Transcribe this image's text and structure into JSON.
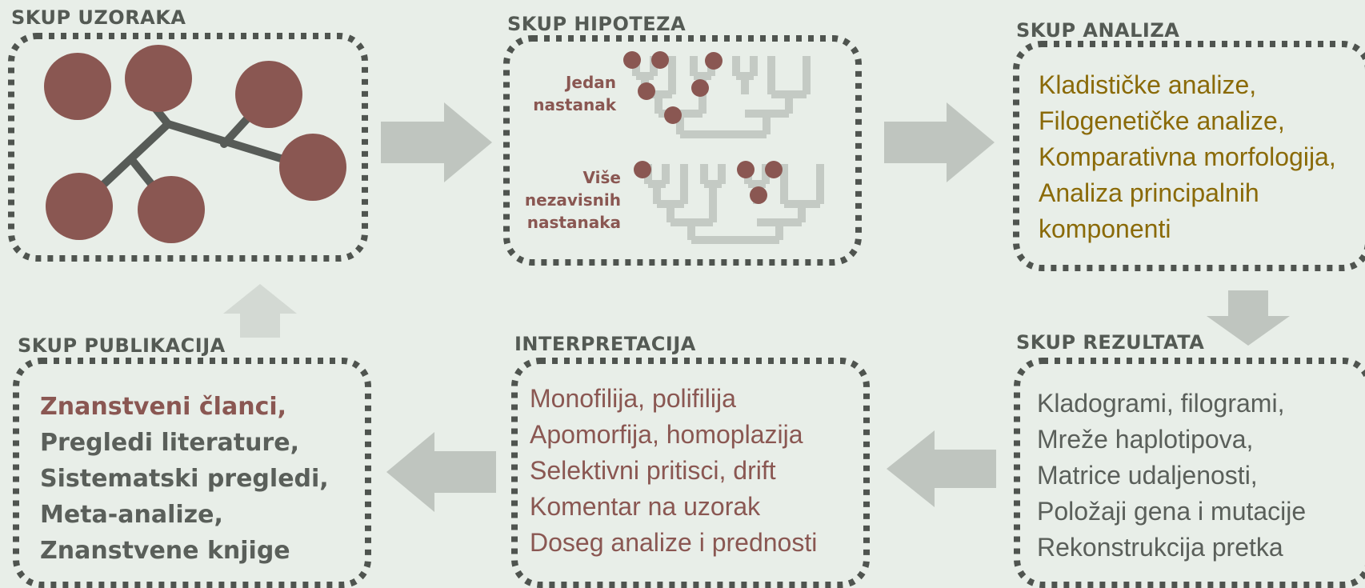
{
  "colors": {
    "background": "#e8eee8",
    "border": "#4f544f",
    "node": "#8a5752",
    "tree": "#c4cac4",
    "arrow": "#bfc5bf",
    "analysis_text": "#8a6a08"
  },
  "panels": {
    "uzorci": {
      "title": "SKUP UZORAKA"
    },
    "hipoteze": {
      "title": "SKUP HIPOTEZA",
      "label_single": [
        "Jedan",
        "nastanak"
      ],
      "label_multi": [
        "Više",
        "nezavisnih",
        "nastanaka"
      ]
    },
    "analize": {
      "title": "SKUP ANALIZA",
      "lines": [
        "Kladističke analize,",
        "Filogenetičke analize,",
        "Komparativna morfologija,",
        "Analiza principalnih",
        "komponenti"
      ]
    },
    "rezultati": {
      "title": "SKUP REZULTATA",
      "lines": [
        "Kladogrami, filogrami,",
        "Mreže haplotipova,",
        "Matrice udaljenosti,",
        "Položaji gena i mutacije",
        "Rekonstrukcija pretka"
      ]
    },
    "interpretacija": {
      "title": "INTERPRETACIJA",
      "lines": [
        "Monofilija, polifilija",
        "Apomorfija, homoplazija",
        "Selektivni pritisci, drift",
        "Komentar na uzorak",
        "Doseg analize i prednosti"
      ]
    },
    "publikacije": {
      "title": "SKUP PUBLIKACIJA",
      "lines": [
        "Znanstveni članci,",
        "Pregledi literature,",
        "Sistematski pregledi,",
        "Meta-analize,",
        "Znanstvene knjige"
      ]
    }
  }
}
